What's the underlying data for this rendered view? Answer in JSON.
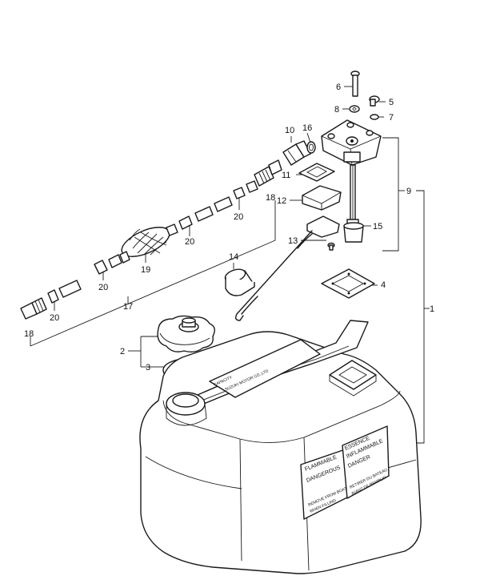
{
  "callouts": {
    "c1": "1",
    "c2": "2",
    "c3": "3",
    "c4": "4",
    "c5": "5",
    "c6": "6",
    "c7": "7",
    "c8": "8",
    "c9": "9",
    "c10": "10",
    "c11": "11",
    "c12": "12",
    "c13": "13",
    "c14": "14",
    "c15": "15",
    "c16": "16",
    "c17": "17",
    "c18a": "18",
    "c18b": "18",
    "c19": "19",
    "c20a": "20",
    "c20b": "20",
    "c20c": "20",
    "c20d": "20"
  },
  "labels": {
    "left_line1": "FLAMMABLE",
    "left_line2": "DANGEROUS",
    "left_line3": "REMOVE FROM BOAT",
    "left_line4": "WHEN FILLING",
    "right_line1": "ESSENCE",
    "right_line2": "INFLAMMABLE",
    "right_line3": "DANGER",
    "right_line4": "RETIRER DU BATEAU",
    "right_line5": "AVANT DE REMPLIR",
    "handle_line1": "CAPACITY",
    "handle_line2": "SUZUKI MOTOR CO.,LTD"
  }
}
